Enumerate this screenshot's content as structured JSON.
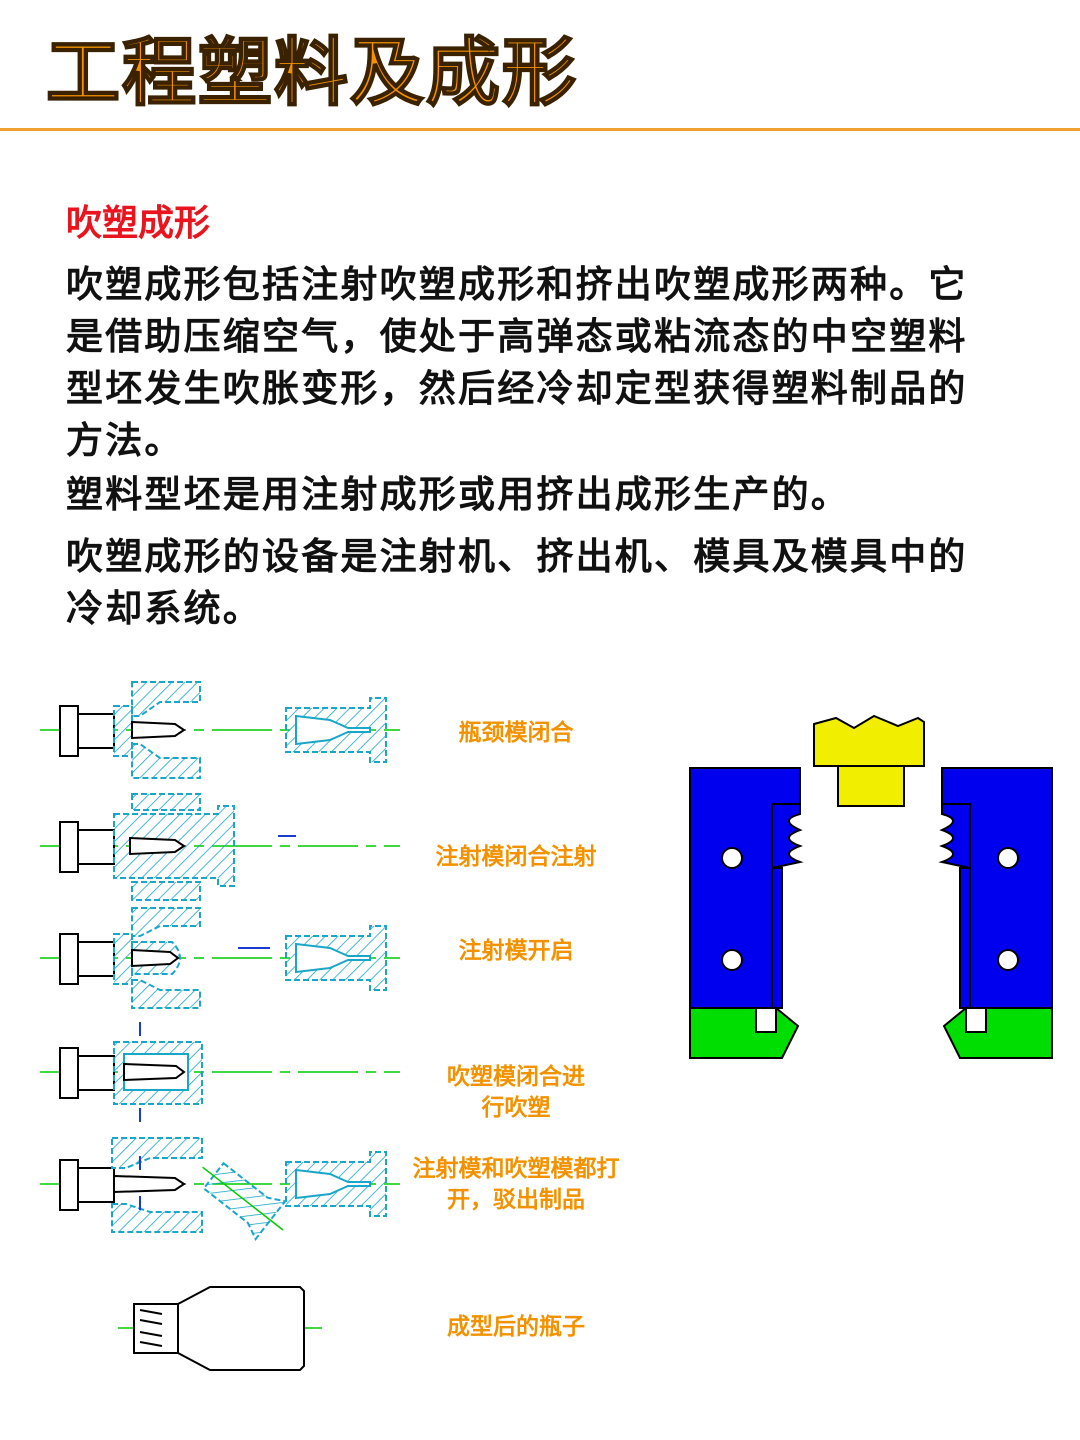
{
  "header": {
    "title": "工程塑料及成形"
  },
  "section": {
    "heading": "吹塑成形",
    "paragraphs": [
      "吹塑成形包括注射吹塑成形和挤出吹塑成形两种。它是借助压缩空气，使处于高弹态或粘流态的中空塑料型坯发生吹胀变形，然后经冷却定型获得塑料制品的方法。",
      "塑料型坯是用注射成形或用挤出成形生产的。",
      "吹塑成形的设备是注射机、挤出机、模具及模具中的冷却系统。"
    ]
  },
  "process_steps": [
    {
      "label": "瓶颈模闭合"
    },
    {
      "label": "注射模闭合注射"
    },
    {
      "label": "注射模开启"
    },
    {
      "label": "吹塑模闭合进行吹塑"
    },
    {
      "label": "注射模和吹塑模都打开，驳出制品"
    },
    {
      "label": "成型后的瓶子"
    }
  ],
  "colors": {
    "title": "#f39200",
    "heading": "#e8141e",
    "body_text": "#111111",
    "step_label": "#f39200",
    "axis_line": "#00cc00",
    "hatch": "#1aa6c8",
    "mold_blue": "#0000ee",
    "mold_green": "#00dd00",
    "mold_yellow": "#f2ee00"
  }
}
